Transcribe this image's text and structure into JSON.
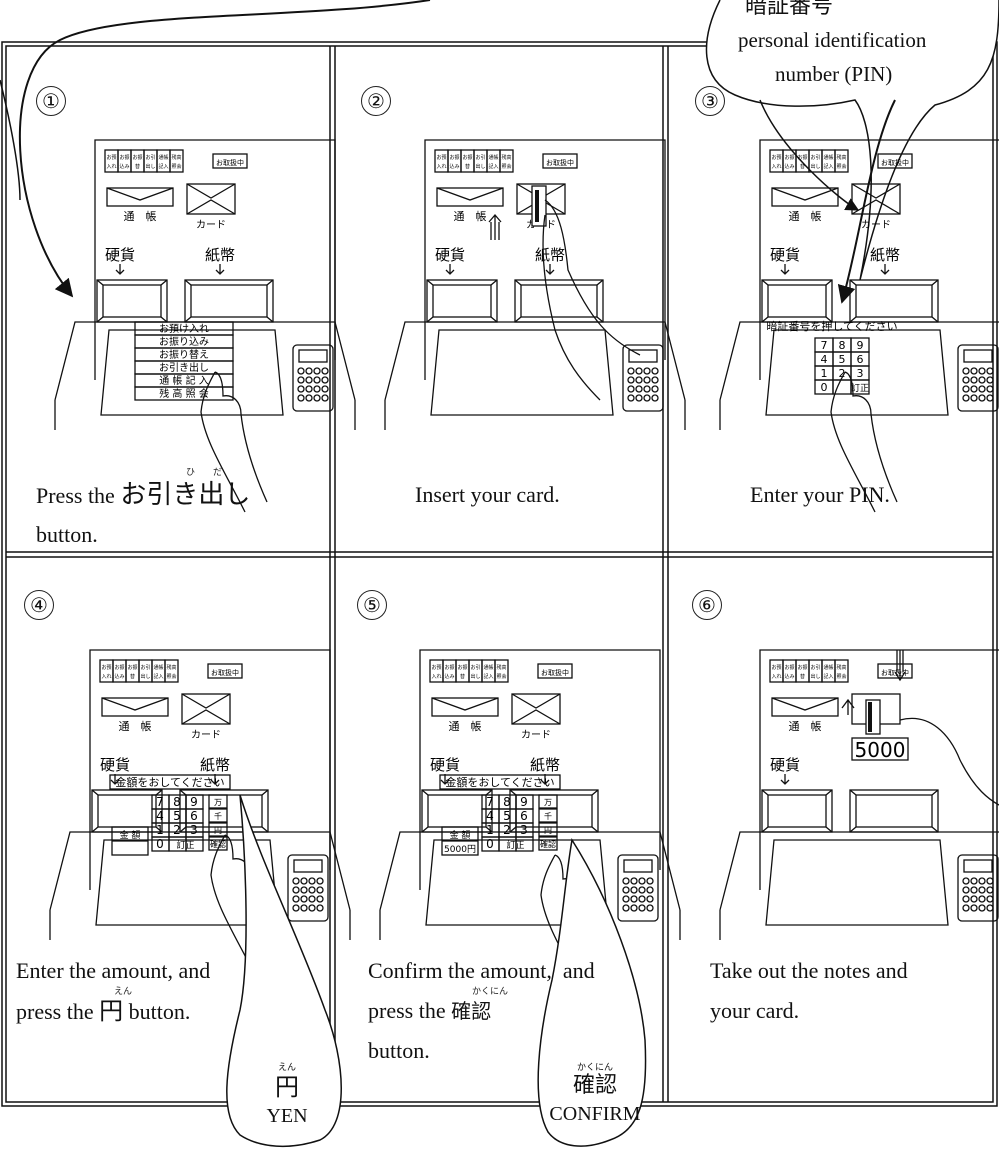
{
  "panels": [
    {
      "num": "①",
      "caption_line1_pre": "Press the ",
      "caption_line1_jp": "お引き出し",
      "caption_furigana": "ひ　　だ",
      "caption_line2": "button."
    },
    {
      "num": "②",
      "caption": "Insert your card."
    },
    {
      "num": "③",
      "caption": "Enter your PIN."
    },
    {
      "num": "④",
      "caption_line1": "Enter the amount, and",
      "caption_furigana": "えん",
      "caption_line2_pre": "press the ",
      "caption_line2_jp": "円",
      "caption_line2_post": " button."
    },
    {
      "num": "⑤",
      "caption_line1": "Confirm the amount,  and",
      "caption_furigana": "かくにん",
      "caption_line2_pre": "press the ",
      "caption_line2_jp": "確認",
      "caption_line3": "button."
    },
    {
      "num": "⑥",
      "caption_line1": "Take out the notes and",
      "caption_line2": "your card."
    }
  ],
  "pin_bubble": {
    "jp": "暗証番号",
    "en_line1": "personal identification",
    "en_line2": "number (PIN)"
  },
  "yen_bubble": {
    "furigana": "えん",
    "jp": "円",
    "en": "YEN"
  },
  "confirm_bubble": {
    "furigana": "かくにん",
    "jp": "確認",
    "en": "CONFIRM"
  },
  "atm": {
    "top_buttons": [
      "お預入れ",
      "お振込み",
      "お振替",
      "お引出し",
      "通帳記入",
      "残高照会",
      "お取扱中"
    ],
    "passbook_label": "通　帳",
    "card_label": "カード",
    "coins_label": "硬貨",
    "notes_label": "紙幣",
    "menu": [
      "お預け入れ",
      "お振り込み",
      "お振り替え",
      "お引き出し",
      "通 帳 記 入",
      "残 高 照 会"
    ],
    "pin_prompt": "暗証番号を押してください",
    "amount_prompt": "金額をおしてください",
    "keys": [
      "7",
      "8",
      "9",
      "4",
      "5",
      "6",
      "1",
      "2",
      "3",
      "0",
      "訂正"
    ],
    "unit_keys": [
      "万",
      "千",
      "円",
      "確認"
    ],
    "amount_label": "金 額",
    "amount_value": "5000円",
    "note_value": "5000"
  }
}
